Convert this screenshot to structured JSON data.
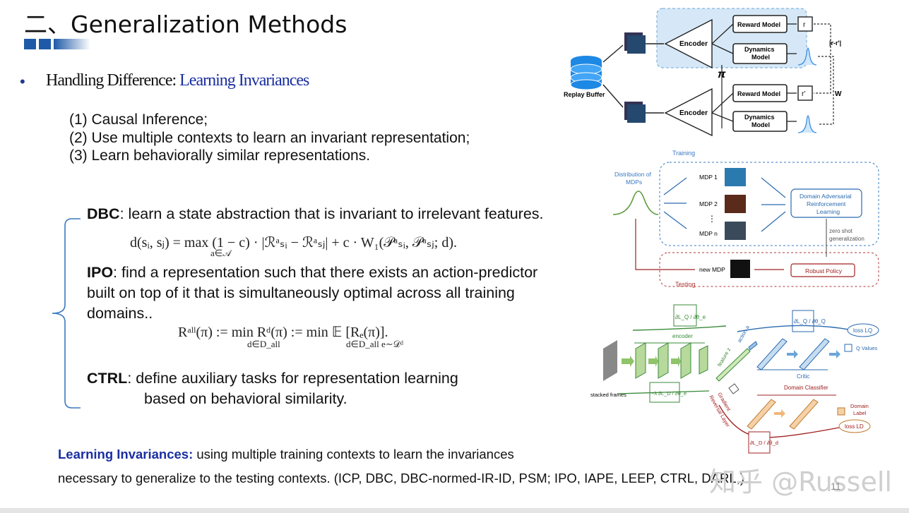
{
  "header": {
    "title": "二、Generalization Methods",
    "accent_color": "#1f5aa8"
  },
  "bullet": {
    "symbol": "•",
    "prefix": "Handling Difference: ",
    "highlight": "Learning Invariances"
  },
  "approaches": [
    "(1)  Causal Inference;",
    "(2)  Use multiple contexts to learn an invariant representation;",
    "(3)  Learn behaviorally similar representations."
  ],
  "methods": {
    "dbc": {
      "name": "DBC",
      "desc": ": learn a state abstraction that is invariant to irrelevant features."
    },
    "ipo": {
      "name": "IPO",
      "desc_line1": ": find a representation such that there exists an action-predictor",
      "desc_line2": "built on top of it that is simultaneously optimal across all training",
      "desc_line3": "domains.."
    },
    "ctrl": {
      "name": "CTRL",
      "desc_line1": ": define auxiliary tasks for representation learning",
      "desc_line2": "based on behavioral similarity."
    }
  },
  "equations": {
    "dbc": "d(sᵢ, sⱼ) = max (1 − c) · |ℛᵃₛᵢ − ℛᵃₛⱼ| + c · W₁(𝒫ᵃₛᵢ, 𝒫ᵃₛⱼ; d).",
    "dbc_sub": "a∈𝒜",
    "ipo": "Rᵃˡˡ(π) := min Rᵈ(π) := min  𝔼 [Rₑ(π)].",
    "ipo_sub1": "d∈D_all",
    "ipo_sub2": "d∈D_all   e∼𝒟ᵈ"
  },
  "summary": {
    "keyword": "Learning Invariances:",
    "line1_rest": " using multiple training contexts to learn the invariances",
    "line2": "necessary to generalize to the testing contexts. (ICP, DBC, DBC-normed-IR-ID,  PSM; IPO, IAPE, LEEP, CTRL, DARL,)"
  },
  "watermark": "知乎 @Russell",
  "page_number": "11",
  "figure_top": {
    "replay_buffer": "Replay Buffer",
    "encoder_1": "Encoder",
    "encoder_2": "Encoder",
    "reward_model_1": "Reward Model",
    "reward_model_2": "Reward Model",
    "dynamics_1a": "Dynamics",
    "dynamics_1b": "Model",
    "dynamics_2a": "Dynamics",
    "dynamics_2b": "Model",
    "r": "r",
    "r_prime": "r'",
    "abs_diff": "|r-r'|",
    "w": "W",
    "pi": "π"
  },
  "figure_middle": {
    "training": "Training",
    "testing": "Testing",
    "dist_a": "Distribution of",
    "dist_b": "MDPs",
    "mdp1": "MDP 1",
    "mdp2": "MDP 2",
    "mdpn": "MDP n",
    "dots": "⋮",
    "darl_a": "Domain Adversarial",
    "darl_b": "Reinforcement",
    "darl_c": "Learning",
    "zero_a": "zero shot",
    "zero_b": "generalization",
    "new_mdp": "new MDP",
    "robust": "Robust Policy"
  },
  "figure_bottom": {
    "encoder": "encoder",
    "stacked": "stacked frames",
    "feature_z": "feature z",
    "action_a": "action a",
    "critic": "Critic",
    "q_values": "Q Values",
    "loss_lq": "loss LQ",
    "domain_classifier": "Domain Classifier",
    "domain_label_a": "Domain",
    "domain_label_b": "Label",
    "loss_ld": "loss LD",
    "grl_a": "Gradient",
    "grl_b": "Reversal Layer",
    "grad_top": "∂L_Q / ∂θ_e",
    "grad_right": "∂L_Q / ∂θ_Q",
    "grad_left": "−λ ∂L_D / ∂θ_e",
    "grad_bottom": "∂L_D / ∂θ_d"
  }
}
